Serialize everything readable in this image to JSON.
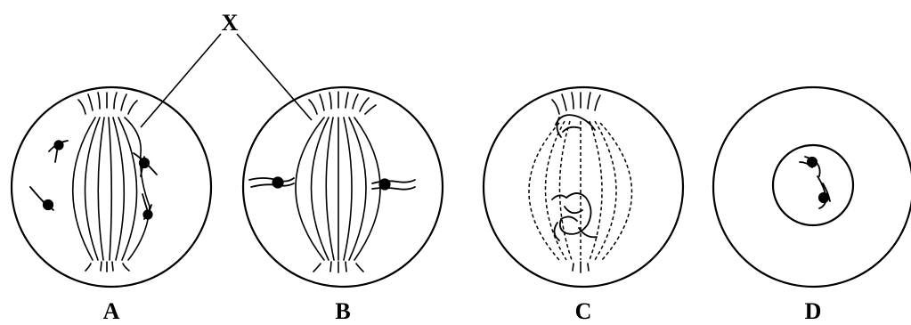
{
  "figure": {
    "pointer_label": "X",
    "panels": [
      {
        "id": "A",
        "label": "A"
      },
      {
        "id": "B",
        "label": "B"
      },
      {
        "id": "C",
        "label": "C"
      },
      {
        "id": "D",
        "label": "D"
      }
    ]
  }
}
